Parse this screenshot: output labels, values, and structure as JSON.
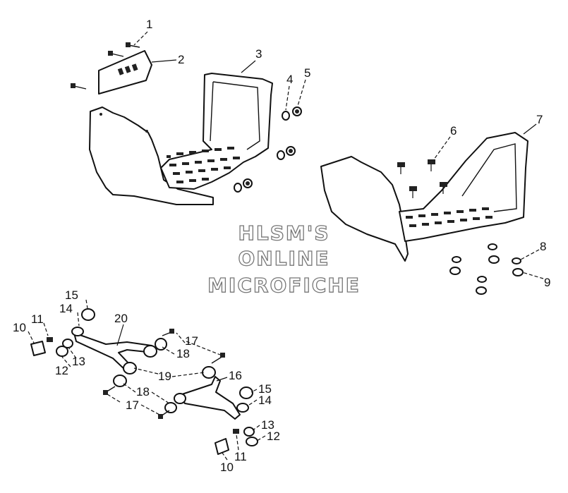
{
  "diagram": {
    "callouts": [
      "1",
      "2",
      "3",
      "4",
      "5",
      "6",
      "7",
      "8",
      "9",
      "10",
      "11",
      "12",
      "13",
      "14",
      "15",
      "16",
      "17",
      "18",
      "19",
      "20"
    ],
    "labels": {
      "n1": "1",
      "n2": "2",
      "n3": "3",
      "n4": "4",
      "n5": "5",
      "n6": "6",
      "n7": "7",
      "n8": "8",
      "n9": "9",
      "n10a": "10",
      "n11a": "11",
      "n12a": "12",
      "n13a": "13",
      "n14a": "14",
      "n15a": "15",
      "n16": "16",
      "n17a": "17",
      "n18a": "18",
      "n19": "19",
      "n20": "20",
      "n17b": "17",
      "n18b": "18",
      "n15b": "15",
      "n14b": "14",
      "n13b": "13",
      "n12b": "12",
      "n11b": "11",
      "n10b": "10"
    }
  },
  "watermark": {
    "line1": "HLSM'S",
    "line2": "ONLINE",
    "line3": "MICROFICHE",
    "color": "#777777"
  }
}
